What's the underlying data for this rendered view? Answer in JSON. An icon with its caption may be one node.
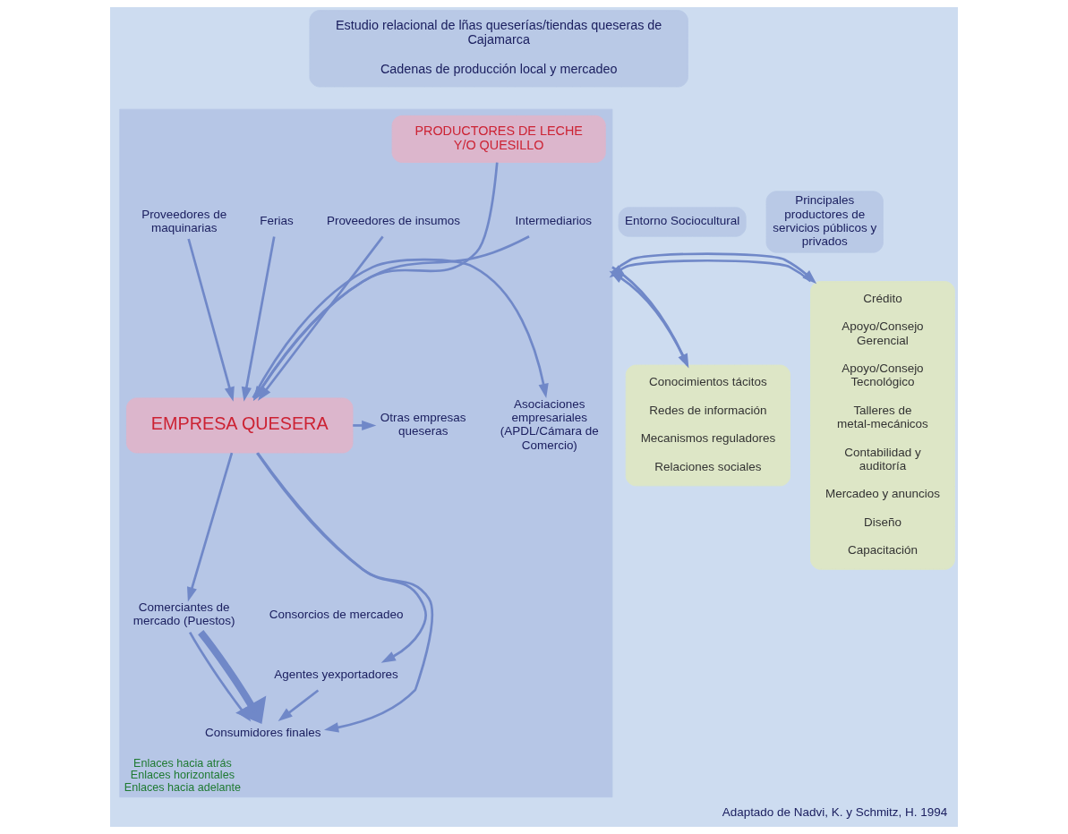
{
  "diagram": {
    "caption": "Adaptado de Nadvi, K. y Schmitz, H. 1994",
    "nodes": [
      {
        "text": [
          "Estudio relacional de lñas queserías/tiendas queseras de Cajamarca",
          "Cadenas de producción local y mercadeo"
        ]
      },
      {
        "text": [
          "Entorno Sociocultural"
        ]
      },
      {
        "text": [
          "Conocimientos tácitos",
          "Redes de información",
          "Mecanismos reguladores",
          "Relaciones sociales"
        ]
      },
      {
        "text": [
          "Enlaces hacia atrás",
          "Enlaces horizontales",
          "Enlaces hacia adelante"
        ]
      },
      {
        "text": [
          "PRODUCTORES DE LECHE Y/O QUESILLO"
        ],
        "in": 3
      },
      {
        "text": [
          "Proveedores de insumos"
        ],
        "in": 3
      },
      {
        "text": [
          "Intermediarios"
        ],
        "in": 3
      },
      {
        "text": [
          "Ferias"
        ],
        "in": 3
      },
      {
        "text": [
          "Proveedores de maquinarias"
        ],
        "in": 3
      },
      {
        "text": [
          "EMPRESA QUESERA"
        ],
        "in": 3
      },
      {
        "text": [
          "Otras empresas queseras"
        ],
        "in": 3
      },
      {
        "text": [
          "Asociaciones empresariales (APDL/Cámara de Comercio)"
        ],
        "in": 3
      },
      {
        "text": [
          "Comerciantes de mercado (Puestos)"
        ],
        "in": 3
      },
      {
        "text": [
          "Consorcios de mercadeo"
        ],
        "in": 3
      },
      {
        "text": [
          "Agentes yexportadores"
        ],
        "in": 3
      },
      {
        "text": [
          "Consumidores finales"
        ],
        "in": 3
      },
      {
        "text": [
          "Principales productores de servicios públicos y privados"
        ]
      },
      {
        "text": [
          "Crédito",
          "Apoyo/Consejo Gerencial",
          "Apoyo/Consejo Tecnológico",
          "Talleres de metal-mecánicos",
          "Contabilidad y auditoría",
          "Mercadeo y anuncios",
          "Diseño",
          "Capacitación"
        ]
      }
    ],
    "edges": [
      {
        "from": 4,
        "to": 9,
        "arrow": "to"
      },
      {
        "from": 5,
        "to": 9,
        "arrow": "to"
      },
      {
        "from": 6,
        "to": 9,
        "arrow": "to"
      },
      {
        "from": 7,
        "to": 9,
        "arrow": "to"
      },
      {
        "from": 8,
        "to": 9,
        "arrow": "to"
      },
      {
        "from": 9,
        "to": 10,
        "arrow": "to"
      },
      {
        "from": 9,
        "to": 11,
        "arrow": "to"
      },
      {
        "from": 2,
        "to": 3,
        "arrow": "to"
      },
      {
        "from": 3,
        "to": 2,
        "arrow": "to"
      },
      {
        "from": 17,
        "to": 3,
        "arrow": "to"
      },
      {
        "from": 3,
        "to": 17,
        "arrow": "to"
      },
      {
        "from": 9,
        "to": 12,
        "arrow": "to"
      },
      {
        "from": 9,
        "to": 15,
        "arrow": "to"
      },
      {
        "from": 9,
        "to": 14,
        "arrow": "to"
      },
      {
        "from": 12,
        "to": 15,
        "arrow": "to"
      },
      {
        "from": 12,
        "to": 15,
        "arrow": "to",
        "style": "thick"
      },
      {
        "from": 14,
        "to": 15,
        "arrow": "to"
      }
    ]
  }
}
